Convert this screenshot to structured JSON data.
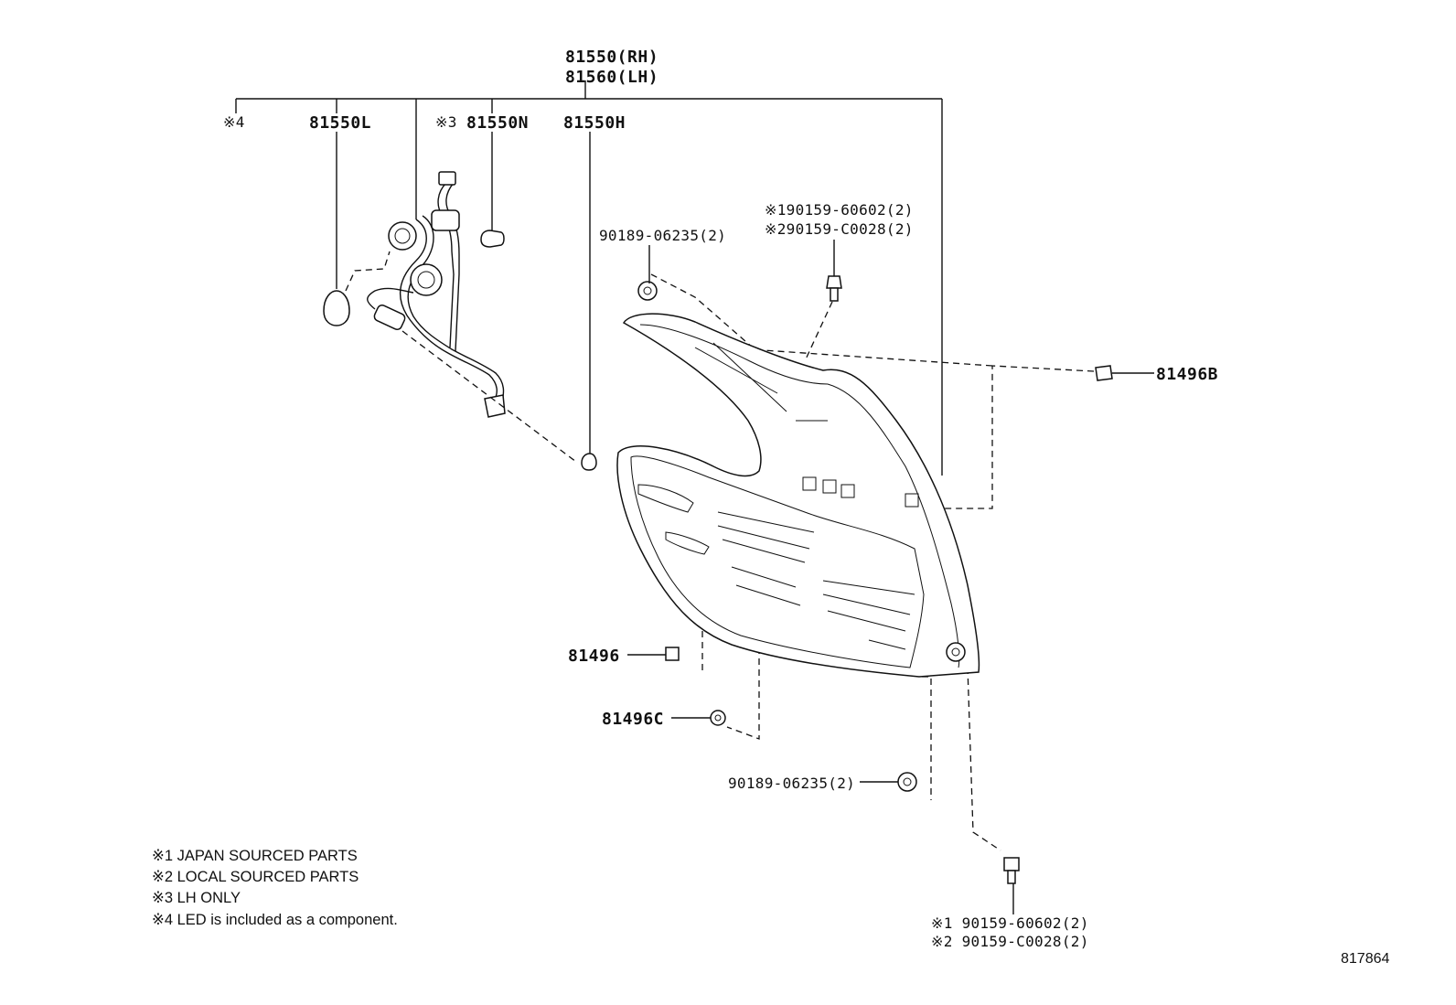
{
  "part_numbers": {
    "assembly_rh": "81550(RH)",
    "assembly_lh": "81560(LH)",
    "note4_mark": "※4",
    "bulb_l": "81550L",
    "note3_mark": "※3",
    "bulb_n": "81550N",
    "bulb_h": "81550H",
    "nut_top": "90189-06235(2)",
    "screw_top_japan": "※190159-60602(2)",
    "screw_top_local": "※290159-C0028(2)",
    "clip_b": "81496B",
    "clip": "81496",
    "clip_c": "81496C",
    "nut_bottom": "90189-06235(2)",
    "screw_bottom_japan": "※1 90159-60602(2)",
    "screw_bottom_local": "※2 90159-C0028(2)"
  },
  "notes": [
    "※1 JAPAN SOURCED PARTS",
    "※2 LOCAL SOURCED PARTS",
    "※3 LH ONLY",
    "※4 LED is included as a component."
  ],
  "figure_number": "817864"
}
